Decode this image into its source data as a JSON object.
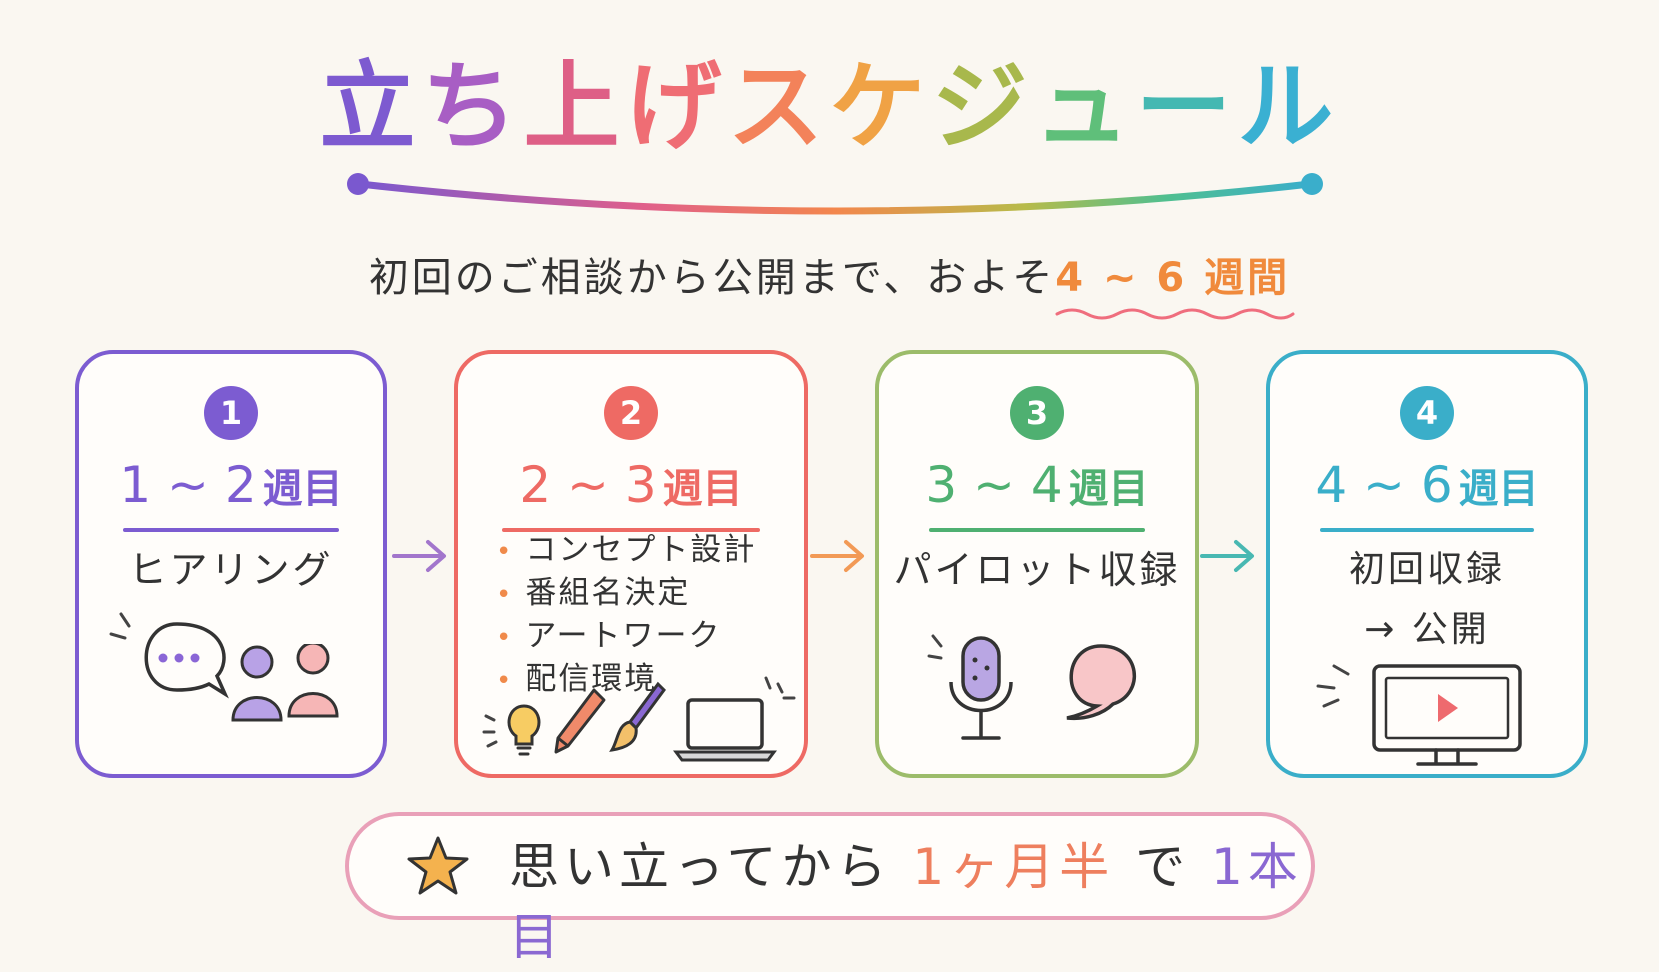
{
  "title": {
    "chars": [
      "立",
      "ち",
      "上",
      "げ",
      "ス",
      "ケ",
      "ジ",
      "ュ",
      "ー",
      "ル"
    ],
    "colors": [
      "#7d5ad0",
      "#a85ec4",
      "#de5f86",
      "#ef6d74",
      "#f3825a",
      "#f0a245",
      "#a8b84c",
      "#5fbf7a",
      "#44b8b2",
      "#3ab0d2"
    ]
  },
  "subtitle": {
    "text": "初回のご相談から公開まで、およそ",
    "highlight": "4 ~ 6 週間"
  },
  "steps": [
    {
      "number": "1",
      "week_range": "1 ~ 2",
      "week_unit": "週目",
      "task": "ヒアリング",
      "color": "#7c5cd1",
      "line_color": "#7c5cd1"
    },
    {
      "number": "2",
      "week_range": "2 ~ 3",
      "week_unit": "週目",
      "items": [
        "コンセプト設計",
        "番組名決定",
        "アートワーク",
        "配信環境"
      ],
      "color": "#ee6a64",
      "line_color": "#ee6a64"
    },
    {
      "number": "3",
      "week_range": "3 ~ 4",
      "week_unit": "週目",
      "task": "パイロット収録",
      "color": "#4fb071",
      "line_color": "#4fb071"
    },
    {
      "number": "4",
      "week_range": "4 ~ 6",
      "week_unit": "週目",
      "task_lines": [
        "初回収録",
        "→ 公開"
      ],
      "color": "#3aaec9",
      "line_color": "#3aaec9"
    }
  ],
  "footer": {
    "part1": "思い立ってから",
    "highlight1": "1ヶ月半",
    "part2": "で",
    "highlight2": "1本目"
  },
  "icons": [
    "speech-bubble-icon",
    "people-icon",
    "lightbulb-icon",
    "pencil-icon",
    "paintbrush-icon",
    "laptop-icon",
    "microphone-icon",
    "monitor-play-icon",
    "star-icon"
  ]
}
